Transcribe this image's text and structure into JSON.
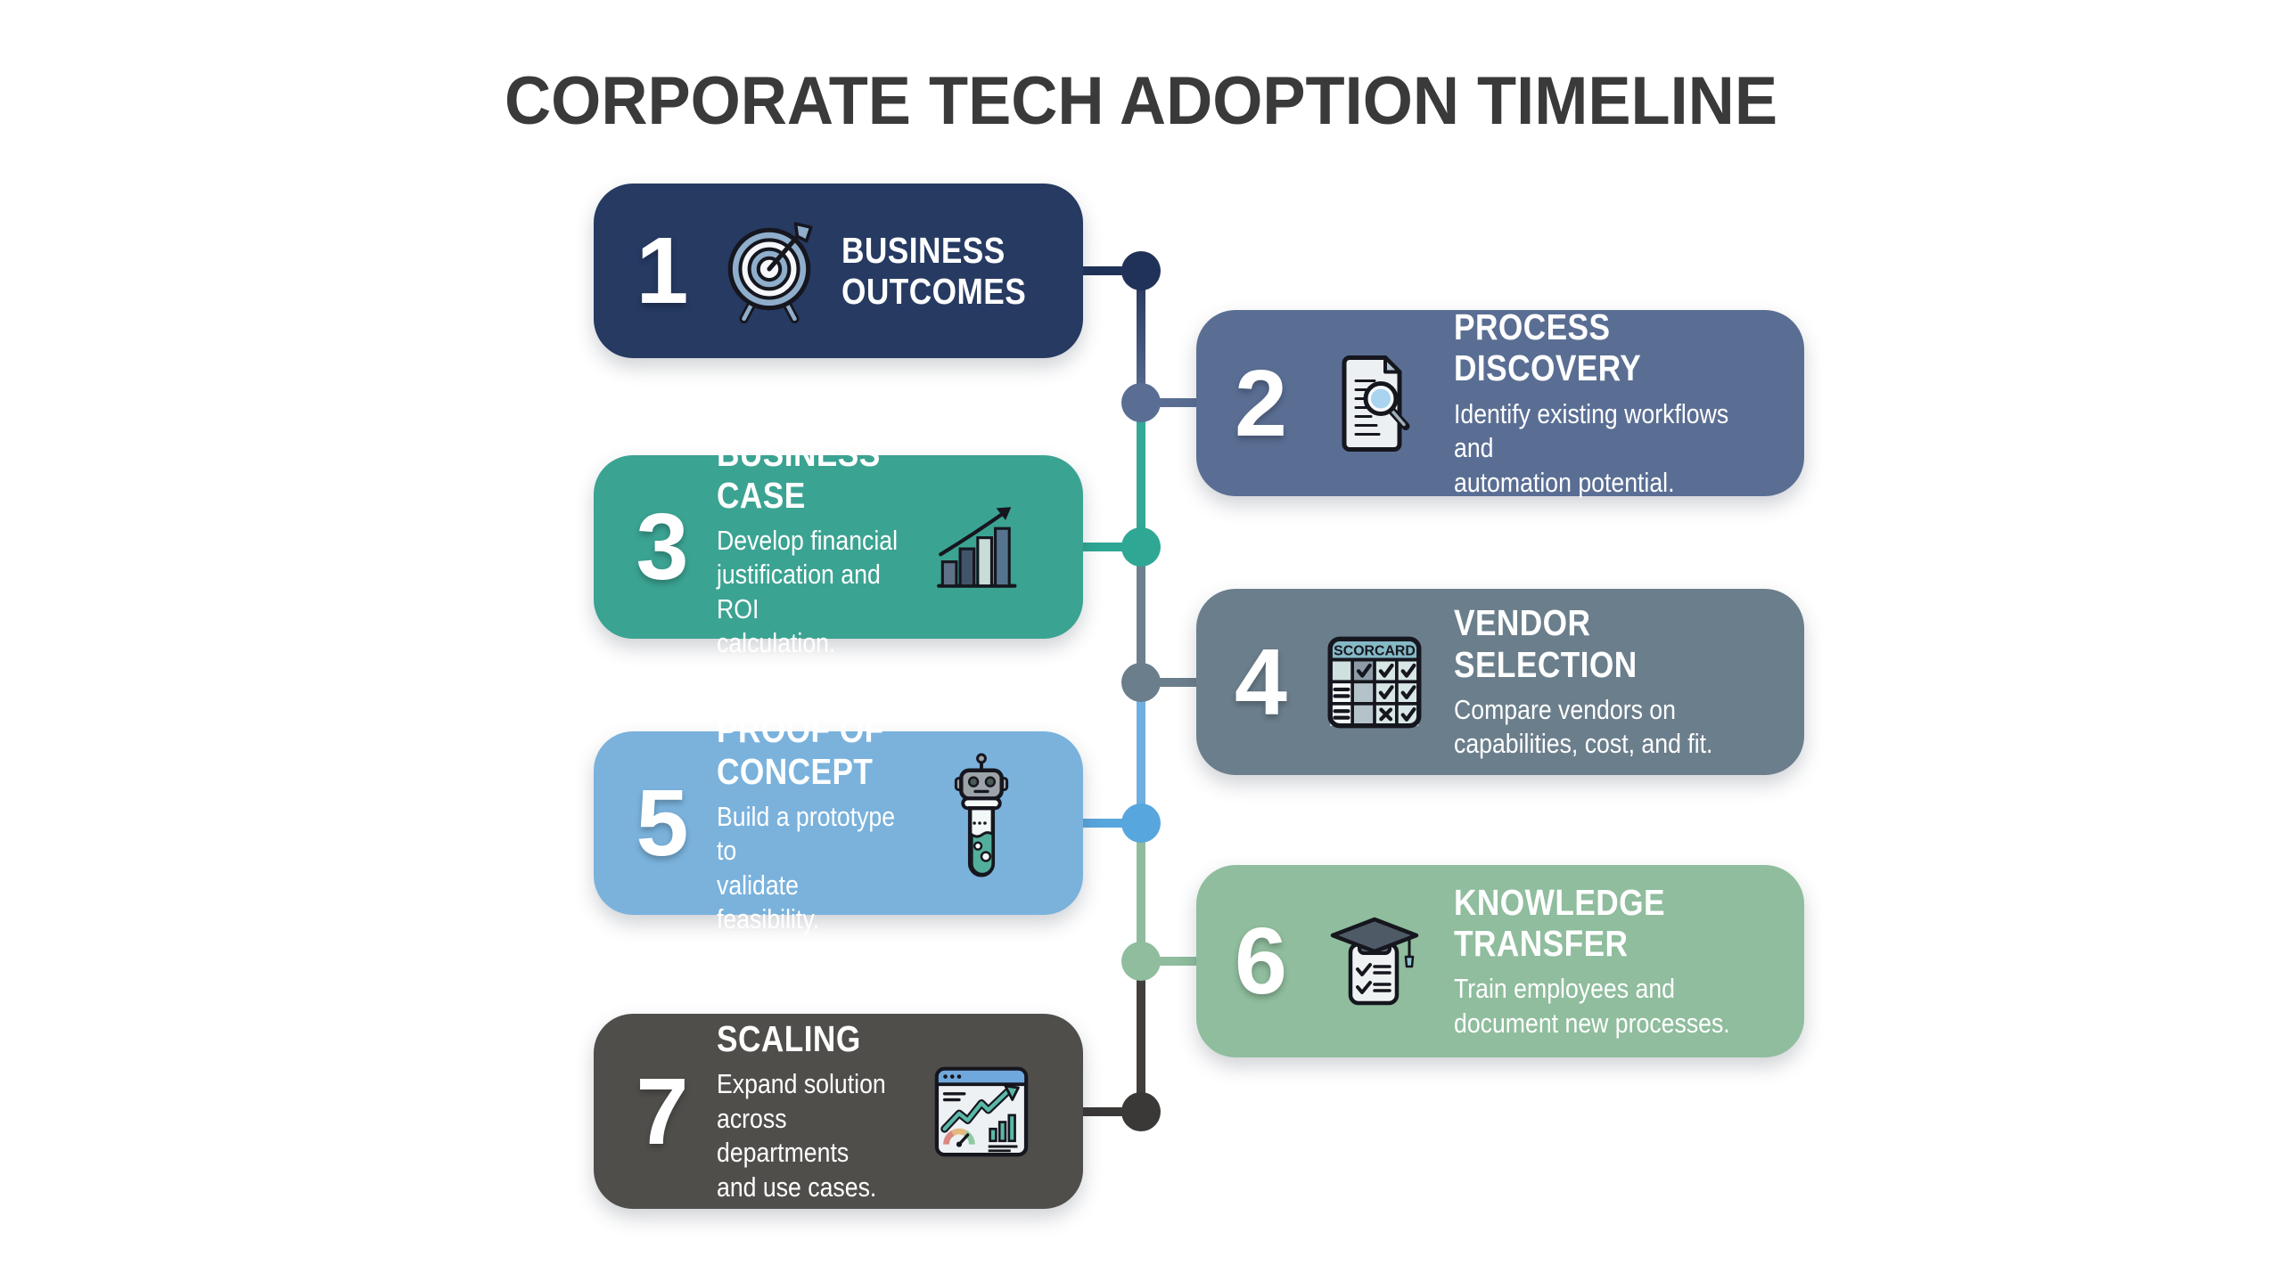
{
  "page": {
    "title": "CORPORATE TECH ADOPTION TIMELINE",
    "title_color": "#3A3A3A",
    "background": "#FFFFFF"
  },
  "steps": [
    {
      "number": "1",
      "title": "BUSINESS\nOUTCOMES",
      "description": "",
      "side": "left",
      "color": "#263A62",
      "icon": "target-icon"
    },
    {
      "number": "2",
      "title": "PROCESS DISCOVERY",
      "description": "Identify existing workflows and\nautomation potential.",
      "side": "right",
      "color": "#5A6E94",
      "icon": "document-search-icon"
    },
    {
      "number": "3",
      "title": "BUSINESS CASE",
      "description": "Develop financial\njustification and ROI\ncalculation.",
      "side": "left",
      "color": "#3BA392",
      "icon": "growth-chart-icon"
    },
    {
      "number": "4",
      "title": "VENDOR SELECTION",
      "description": "Compare vendors on\ncapabilities, cost, and fit.",
      "side": "right",
      "color": "#6B7E8C",
      "icon": "scorecard-icon",
      "icon_label": "SCORCARD"
    },
    {
      "number": "5",
      "title": "PROOF OF\nCONCEPT",
      "description": "Build a prototype to\nvalidate feasibility.",
      "side": "left",
      "color": "#7AB2DC",
      "icon": "robot-test-tube-icon"
    },
    {
      "number": "6",
      "title": "KNOWLEDGE\nTRANSFER",
      "description": "Train employees and\ndocument new processes.",
      "side": "right",
      "color": "#8FBD9D",
      "icon": "graduation-cap-checklist-icon"
    },
    {
      "number": "7",
      "title": "SCALING",
      "description": "Expand solution\nacross departments\nand use cases.",
      "side": "left",
      "color": "#504E4B",
      "icon": "dashboard-icon"
    }
  ],
  "timeline": {
    "dot_colors": [
      "#203258",
      "#5A6E94",
      "#2FA795",
      "#6B7E8C",
      "#58A6DE",
      "#8FBD9D",
      "#3B3937"
    ],
    "segments": [
      {
        "from": "#24345C",
        "to": "#5A6E94"
      },
      {
        "from": "#35A796",
        "to": "#35A796"
      },
      {
        "from": "#6E808D",
        "to": "#6E808D"
      },
      {
        "from": "#6FAEE0",
        "to": "#6FAEE0"
      },
      {
        "from": "#8FBC9D",
        "to": "#8FBC9D"
      },
      {
        "from": "#413E3C",
        "to": "#413E3C"
      }
    ]
  }
}
